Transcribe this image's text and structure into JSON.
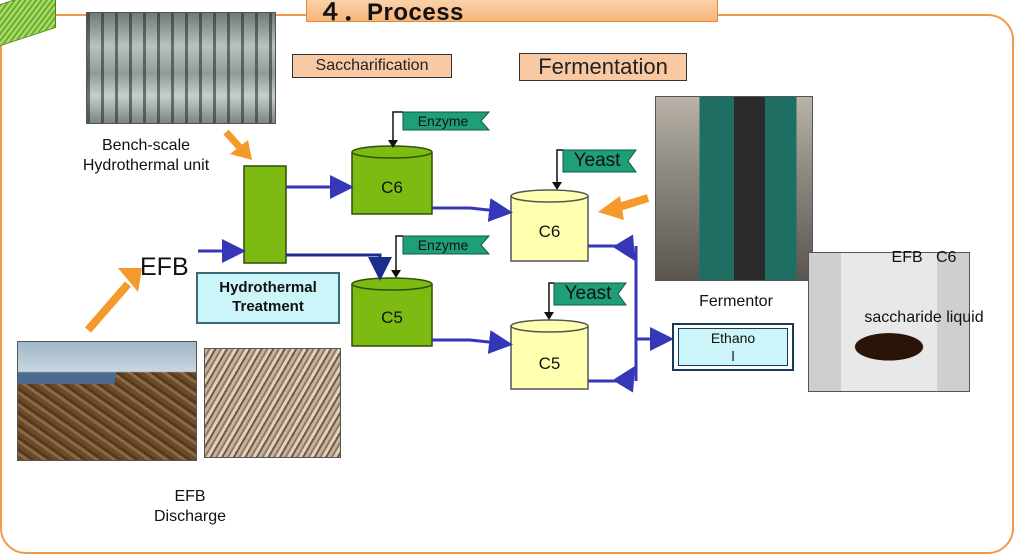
{
  "header": {
    "title": "４．Process"
  },
  "stages": {
    "saccharification": "Saccharification",
    "fermentation": "Fermentation"
  },
  "captions": {
    "bench_unit_line1": "Bench-scale",
    "bench_unit_line2": "Hydrothermal unit",
    "efb": "EFB",
    "hydrothermal_line1": "Hydrothermal",
    "hydrothermal_line2": "Treatment",
    "efb_discharge_line1": "EFB",
    "efb_discharge_line2": "Discharge",
    "fermentor": "Fermentor",
    "liquid_line1": "EFB   C6",
    "liquid_line2": "saccharide liquid"
  },
  "nodes": {
    "sacc_c6": "C6",
    "sacc_c5": "C5",
    "ferm_c6": "C6",
    "ferm_c5": "C5",
    "ethanol_line1": "Ethano",
    "ethanol_line2": "l"
  },
  "flags": {
    "enzyme_1": "Enzyme",
    "enzyme_2": "Enzyme",
    "yeast_1": "Yeast",
    "yeast_2": "Yeast"
  },
  "colors": {
    "green_vessel": "#7dbb13",
    "yellow_vessel": "#ffffb0",
    "teal_flag": "#1f9e7a",
    "arrow_blue": "#3636b8",
    "arrow_orange": "#f39a2a",
    "frame_orange": "#f29a4a",
    "stage_label_bg": "#f9c9a4"
  },
  "icons": {
    "arrowhead": "triangle-arrowhead-icon"
  }
}
